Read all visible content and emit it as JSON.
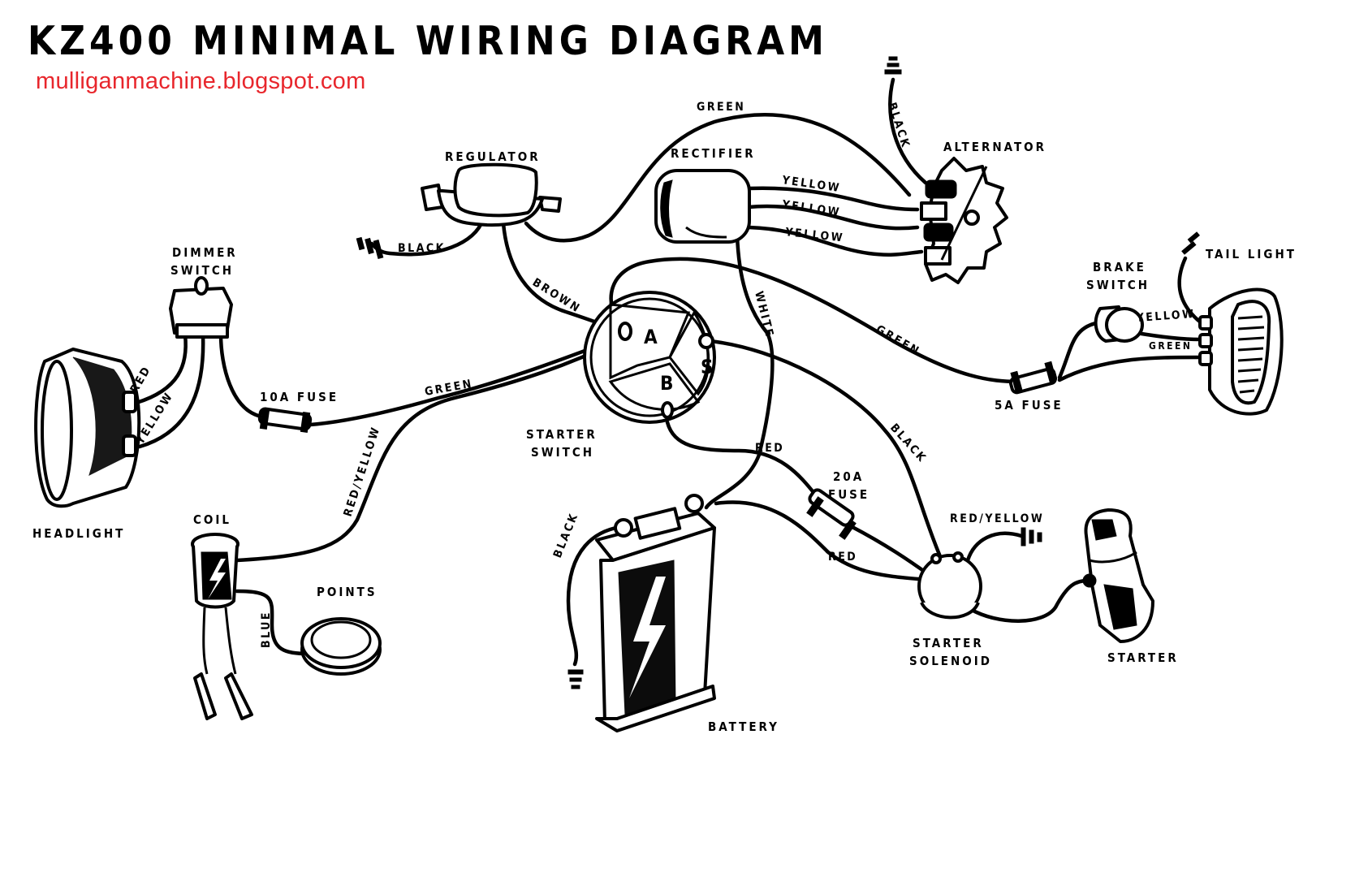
{
  "header": {
    "title": "KZ400 MINIMAL WIRING DIAGRAM",
    "url": "mulliganmachine.blogspot.com",
    "url_color": "#e8262c"
  },
  "components": {
    "regulator": "REGULATOR",
    "rectifier": "RECTIFIER",
    "alternator": "ALTERNATOR",
    "dimmer_switch_line1": "DIMMER",
    "dimmer_switch_line2": "SWITCH",
    "headlight": "HEADLIGHT",
    "tail_light": "TAIL LIGHT",
    "brake_switch_line1": "BRAKE",
    "brake_switch_line2": "SWITCH",
    "starter_switch_line1": "STARTER",
    "starter_switch_line2": "SWITCH",
    "coil": "COIL",
    "points": "POINTS",
    "battery": "BATTERY",
    "starter_solenoid_line1": "STARTER",
    "starter_solenoid_line2": "SOLENOID",
    "starter": "STARTER",
    "fuse_10a": "10A FUSE",
    "fuse_5a": "5A FUSE",
    "fuse_20a_line1": "20A",
    "fuse_20a_line2": "FUSE"
  },
  "starter_switch_terminals": {
    "a": "A",
    "b": "B",
    "s": "S"
  },
  "wires": {
    "regulator_ground": "BLACK",
    "regulator_to_alternator": "GREEN",
    "alternator_ground": "BLACK",
    "rectifier_yellow_1": "YELLOW",
    "rectifier_yellow_2": "YELLOW",
    "rectifier_yellow_3": "YELLOW",
    "regulator_to_switch": "BROWN",
    "rectifier_white": "WHITE",
    "switch_to_5a_fuse": "GREEN",
    "brake_yellow": "YELLOW",
    "tail_green": "GREEN",
    "headlight_red": "RED",
    "headlight_yellow": "YELLOW",
    "fuse10_green": "GREEN",
    "coil_red_yellow": "RED/YELLOW",
    "coil_blue": "BLUE",
    "switch_s_black": "BLACK",
    "switch_b_red": "RED",
    "battery_red": "RED",
    "battery_ground": "BLACK",
    "solenoid_red_yellow": "RED/YELLOW"
  }
}
